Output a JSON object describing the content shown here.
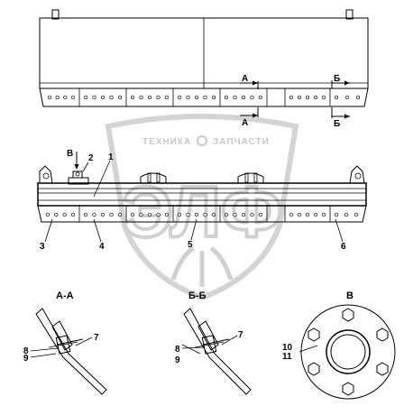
{
  "watermark": {
    "brand_left": "ТЕХНИКА",
    "brand_right": "ЗАПЧАСТИ",
    "logo_letters": "ЭЛФ"
  },
  "callouts": {
    "c1": "1",
    "c2": "2",
    "c3": "3",
    "c4": "4",
    "c5": "5",
    "c6": "6",
    "c7a": "7",
    "c8a": "8",
    "c9a": "9",
    "c7b": "7",
    "c8b": "8",
    "c9b": "9",
    "c10": "10",
    "c11": "11"
  },
  "section_marks": {
    "a_top": "А",
    "a_bottom": "А",
    "b_top": "Б",
    "b_bottom": "Б",
    "view_v_arrow": "В"
  },
  "section_titles": {
    "aa": "А-А",
    "bb": "Б-Б",
    "v": "В"
  },
  "colors": {
    "line": "#000000",
    "watermark": "#c8c8c8",
    "background": "#ffffff"
  }
}
